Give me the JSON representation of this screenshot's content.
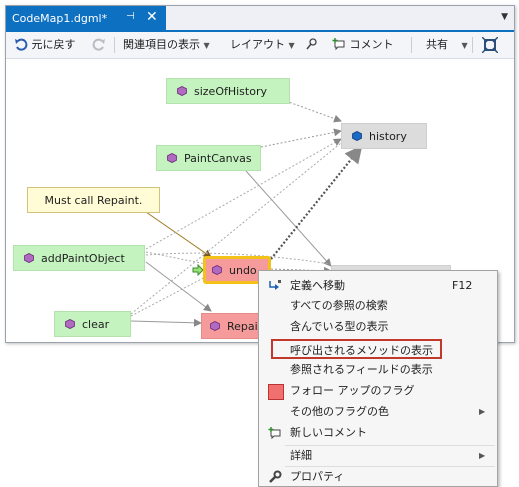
{
  "tab": {
    "title": "CodeMap1.dgml*",
    "pin": "⊣",
    "close": "✕"
  },
  "toolbar": {
    "back": "元に戻す",
    "related": "関連項目の表示",
    "layout": "レイアウト",
    "comment": "コメント",
    "share": "共有"
  },
  "nodes": {
    "sizeOfHistory": "sizeOfHistory",
    "history": "history",
    "paintCanvas": "PaintCanvas",
    "addPaintObject": "addPaintObject",
    "undo": "undo",
    "clear": "clear",
    "repaint": "Repain"
  },
  "comment_text": "Must call Repaint.",
  "menu": {
    "items": [
      {
        "label": "定義へ移動",
        "shortcut": "F12"
      },
      {
        "label": "すべての参照の検索"
      },
      {
        "label": "含んでいる型の表示"
      },
      {
        "label": "呼び出されるメソッドの表示"
      },
      {
        "label": "参照されるフィールドの表示"
      },
      {
        "label": "フォロー アップのフラグ"
      },
      {
        "label": "その他のフラグの色"
      },
      {
        "label": "新しいコメント"
      },
      {
        "label": "詳細"
      },
      {
        "label": "プロパティ"
      }
    ]
  },
  "colors": {
    "accent": "#0e70c0",
    "node_green": "#c4f3c0",
    "node_red": "#f59b9b",
    "highlight": "#c0392b",
    "selection": "#f3c21a",
    "flag": "#f07070"
  }
}
